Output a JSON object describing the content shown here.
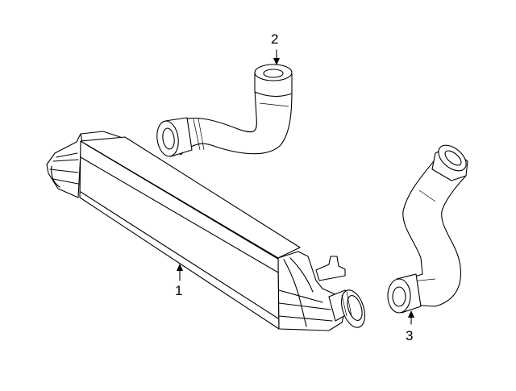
{
  "callouts": [
    {
      "id": "1",
      "label": "1",
      "part": "intercooler"
    },
    {
      "id": "2",
      "label": "2",
      "part": "upper-hose"
    },
    {
      "id": "3",
      "label": "3",
      "part": "lower-hose"
    }
  ],
  "colors": {
    "line": "#000000",
    "background": "#ffffff"
  }
}
